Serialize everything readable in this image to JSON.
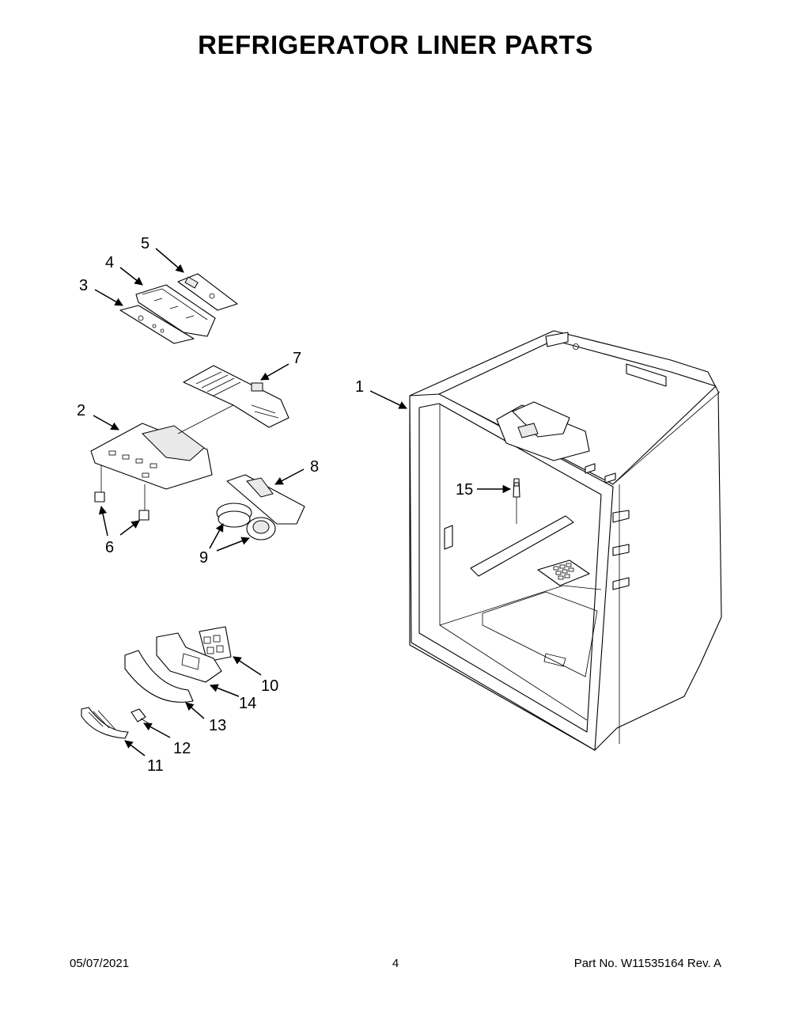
{
  "title": "REFRIGERATOR LINER PARTS",
  "callouts": [
    {
      "id": "1",
      "label": "1"
    },
    {
      "id": "2",
      "label": "2"
    },
    {
      "id": "3",
      "label": "3"
    },
    {
      "id": "4",
      "label": "4"
    },
    {
      "id": "5",
      "label": "5"
    },
    {
      "id": "6",
      "label": "6"
    },
    {
      "id": "7",
      "label": "7"
    },
    {
      "id": "8",
      "label": "8"
    },
    {
      "id": "9",
      "label": "9"
    },
    {
      "id": "10",
      "label": "10"
    },
    {
      "id": "11",
      "label": "11"
    },
    {
      "id": "12",
      "label": "12"
    },
    {
      "id": "13",
      "label": "13"
    },
    {
      "id": "14",
      "label": "14"
    },
    {
      "id": "15",
      "label": "15"
    }
  ],
  "footer": {
    "date": "05/07/2021",
    "page": "4",
    "part_number": "Part No.  W11535164  Rev.  A"
  }
}
